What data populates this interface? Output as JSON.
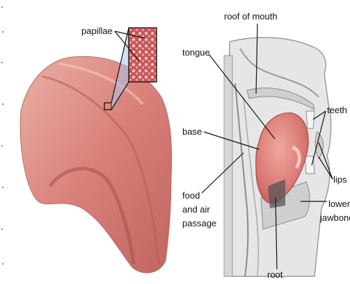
{
  "left_panel": {
    "callout": "papillae"
  },
  "right_panel": {
    "labels": {
      "roof_of_mouth": "roof of mouth",
      "tongue": "tongue",
      "teeth": "teeth",
      "base": "base",
      "lips": "lips",
      "food_line1": "food",
      "food_line2": "and air",
      "food_line3": "passage",
      "lower_line1": "lower",
      "lower_line2": "jawbone",
      "root": "root"
    }
  },
  "colors": {
    "tongue_fill": "#d9807a",
    "tongue_dark": "#b85a55",
    "tongue_light": "#eba8a0",
    "papillae_bg": "#c9555a",
    "papillae_dots": "#f1c9c4",
    "anatomy_outline": "#8a8a8a",
    "anatomy_fill": "#dcdcdc",
    "zoom_cone": "#a9c4e6"
  }
}
